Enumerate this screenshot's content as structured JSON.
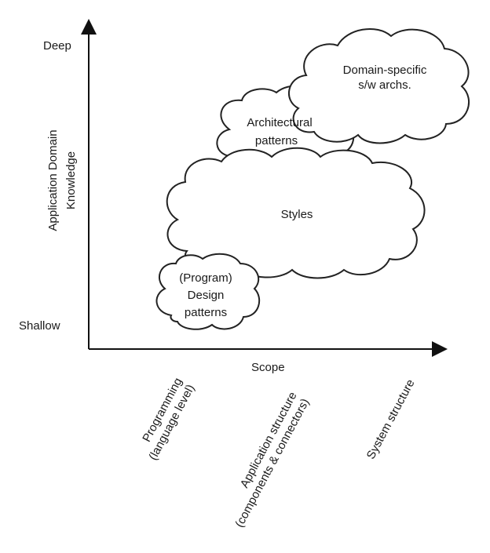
{
  "y_axis": {
    "label_line1": "Application Domain",
    "label_line2": "Knowledge",
    "top_label": "Deep",
    "bottom_label": "Shallow"
  },
  "x_axis": {
    "label": "Scope",
    "ticks": [
      {
        "line1": "Programming",
        "line2": "(language level)"
      },
      {
        "line1": "Application structure",
        "line2": "(components & connectors)"
      },
      {
        "line1": "System structure",
        "line2": ""
      }
    ]
  },
  "clouds": {
    "design_patterns": {
      "line1": "(Program)",
      "line2": "Design",
      "line3": "patterns"
    },
    "styles": {
      "label": "Styles"
    },
    "architectural_patterns": {
      "line1": "Architectural",
      "line2": "patterns"
    },
    "domain_specific": {
      "line1": "Domain-specific",
      "line2": "s/w archs."
    }
  }
}
